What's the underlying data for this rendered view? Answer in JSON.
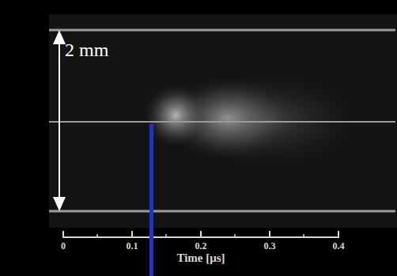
{
  "diagram": {
    "labels": [
      "2 mm",
      "0",
      "0.1",
      "0.2",
      "0.3",
      "0.4",
      "Time [μs]"
    ]
  }
}
